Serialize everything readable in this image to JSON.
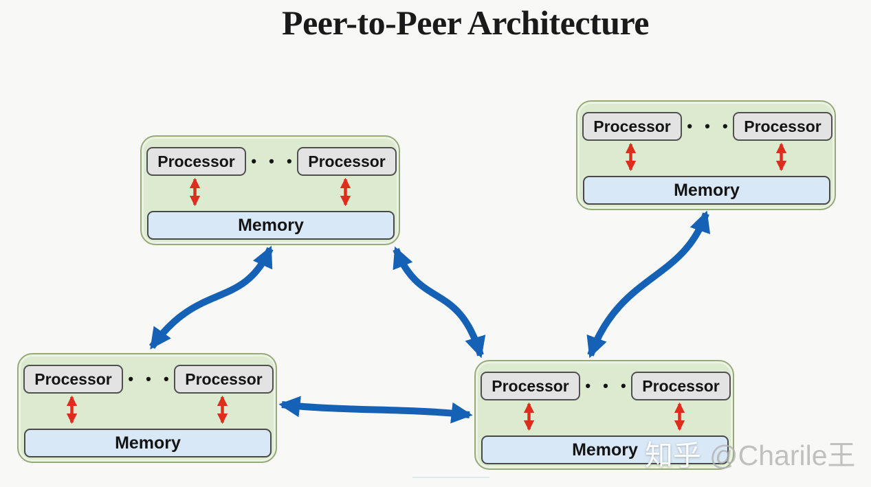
{
  "title": {
    "text": "Peer-to-Peer Architecture"
  },
  "diagram": {
    "nodes": [
      {
        "id": "top-left",
        "processor_left": "Processor",
        "ellipsis": "• • •",
        "processor_right": "Processor",
        "memory": "Memory"
      },
      {
        "id": "top-right",
        "processor_left": "Processor",
        "ellipsis": "• • •",
        "processor_right": "Processor",
        "memory": "Memory"
      },
      {
        "id": "bottom-left",
        "processor_left": "Processor",
        "ellipsis": "• • •",
        "processor_right": "Processor",
        "memory": "Memory"
      },
      {
        "id": "bottom-right",
        "processor_left": "Processor",
        "ellipsis": "• • •",
        "processor_right": "Processor",
        "memory": "Memory"
      }
    ],
    "edges": [
      {
        "from": "top-left",
        "to": "bottom-left",
        "type": "bidirectional",
        "shape": "s-curve"
      },
      {
        "from": "top-left",
        "to": "bottom-right",
        "type": "bidirectional",
        "shape": "s-curve"
      },
      {
        "from": "top-right",
        "to": "bottom-right",
        "type": "bidirectional",
        "shape": "s-curve"
      },
      {
        "from": "bottom-left",
        "to": "bottom-right",
        "type": "bidirectional",
        "shape": "straight"
      }
    ],
    "internal_links": "each Processor ↔ Memory, red bidirectional arrow",
    "colors": {
      "edge_blue": "#1561b6",
      "edge_red": "#df2d1d",
      "node_fill": "#dcead0",
      "node_border": "#95aa78",
      "processor_fill": "#e3e3e3",
      "memory_fill": "#d9e8f6",
      "background": "#f8f8f6"
    }
  },
  "watermark": {
    "site": "知乎",
    "handle": "@Charile王"
  }
}
